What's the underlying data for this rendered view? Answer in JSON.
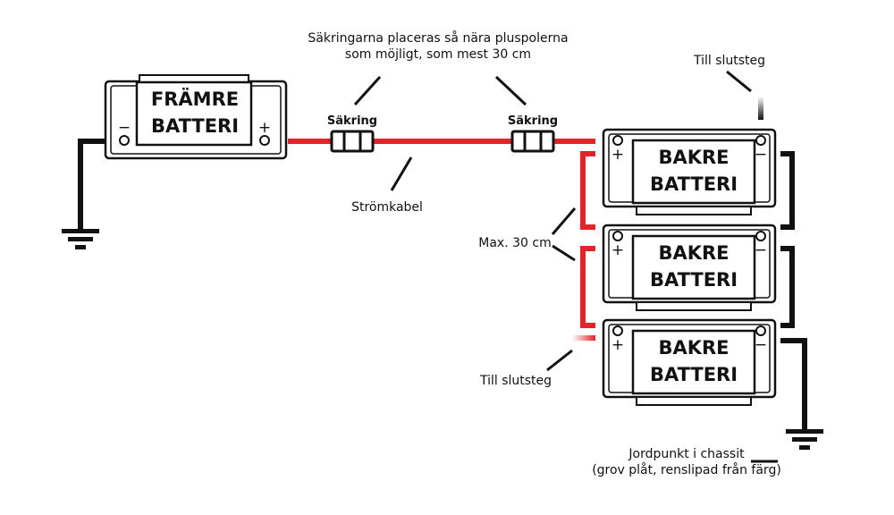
{
  "front_battery": {
    "line1": "FRÄMRE",
    "line2": "BATTERI",
    "neg_symbol": "−",
    "pos_symbol": "+"
  },
  "rear_battery": {
    "line1": "BAKRE",
    "line2": "BATTERI",
    "pos_symbol": "+",
    "neg_symbol": "−"
  },
  "fuse_label": "Säkring",
  "notes": {
    "fuse_note_line1": "Säkringarna placeras så nära pluspolerna",
    "fuse_note_line2": "som möjligt, som mest 30 cm",
    "power_cable": "Strömkabel",
    "max_length": "Max. 30 cm",
    "to_amp_top": "Till slutsteg",
    "to_amp_bottom": "Till slutsteg",
    "ground_line1": "Jordpunkt i chassit",
    "ground_line2": "(grov plåt, renslipad från färg)"
  },
  "colors": {
    "positive_cable": "#e0242a",
    "ground_cable": "#111111",
    "outline": "#111111"
  }
}
